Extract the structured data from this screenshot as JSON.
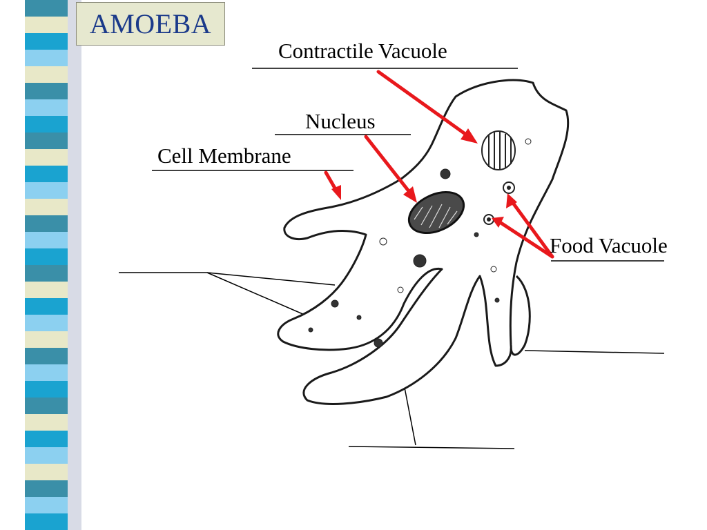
{
  "slide": {
    "title": "AMOEBA",
    "strip_colors": [
      "#3a8fa8",
      "#132a7a",
      "#8cd0f0",
      "#000000",
      "#e8e8c8",
      "#3d6fd6",
      "#1aa3d0",
      "#0c2d66"
    ]
  },
  "labels": {
    "contractile_vacuole": "Contractile Vacuole",
    "nucleus": "Nucleus",
    "cell_membrane": "Cell Membrane",
    "food_vacuole": "Food Vacuole"
  },
  "colors": {
    "arrow": "#e8181c",
    "title_text": "#1b3a8a",
    "title_bg": "#e6e8cf"
  }
}
